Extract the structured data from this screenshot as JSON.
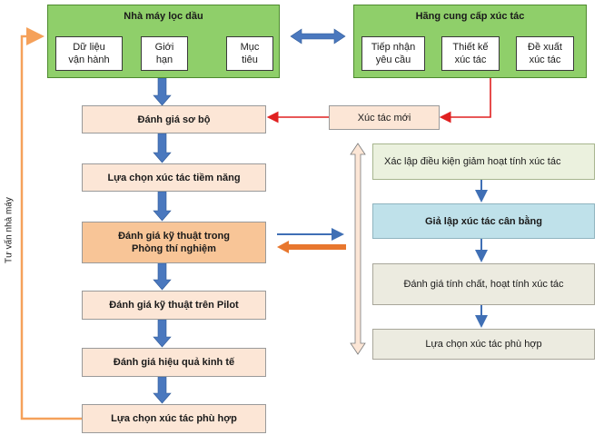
{
  "refinery": {
    "title": "Nhà máy lọc dầu",
    "items": [
      "Dữ liệu\nvận hành",
      "Giới\nhạn",
      "Mục\ntiêu"
    ]
  },
  "supplier": {
    "title": "Hãng cung cấp xúc tác",
    "items": [
      "Tiếp nhận\nyêu cầu",
      "Thiết kế\nxúc tác",
      "Đề xuất\nxúc tác"
    ]
  },
  "new_catalyst": "Xúc tác mới",
  "main_steps": [
    "Đánh giá sơ bộ",
    "Lựa chọn xúc tác tiềm năng",
    "Đánh giá kỹ thuật trong\nPhòng thí nghiệm",
    "Đánh giá kỹ thuật trên Pilot",
    "Đánh giá hiệu quả kinh tế",
    "Lựa chọn xúc tác phù hợp"
  ],
  "lab_steps": [
    "Xác lập điều kiện giảm hoạt tính xúc tác",
    "Giả lập xúc tác cân bằng",
    "Đánh giá tính chất, hoạt tính xúc tác",
    "Lựa chọn xúc tác phù hợp"
  ],
  "side_label": "Tư vấn nhà máy",
  "colors": {
    "green": "#8fcf6a",
    "peach": "#fce6d6",
    "orange_highlight": "#f8c597",
    "blue_arrow": "#3f6fb5",
    "red_arrow": "#e02020",
    "orange_line": "#f5a15a"
  }
}
